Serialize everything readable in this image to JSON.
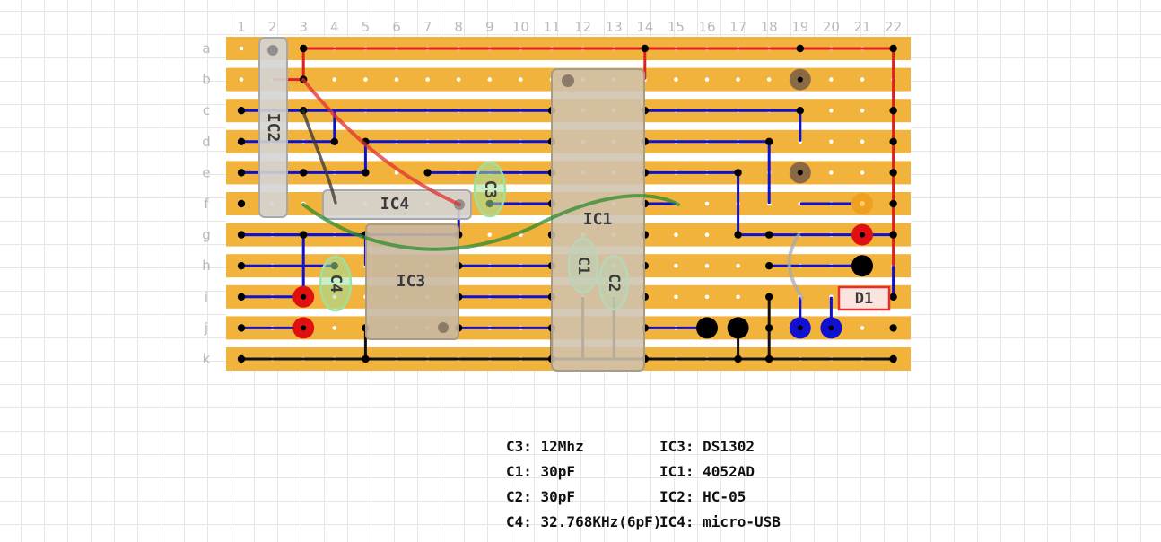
{
  "board": {
    "columns": [
      "1",
      "2",
      "3",
      "4",
      "5",
      "6",
      "7",
      "8",
      "9",
      "10",
      "11",
      "12",
      "13",
      "14",
      "15",
      "16",
      "17",
      "18",
      "19",
      "20",
      "21",
      "22"
    ],
    "rows": [
      "a",
      "b",
      "c",
      "d",
      "e",
      "f",
      "g",
      "h",
      "i",
      "j",
      "k"
    ],
    "strip_color": "#f2b33d",
    "gap_color": "#ffffff"
  },
  "components": [
    {
      "id": "ic2",
      "label": "IC2"
    },
    {
      "id": "ic4",
      "label": "IC4"
    },
    {
      "id": "ic3",
      "label": "IC3"
    },
    {
      "id": "ic1",
      "label": "IC1"
    },
    {
      "id": "c3",
      "label": "C3"
    },
    {
      "id": "c4",
      "label": "C4"
    },
    {
      "id": "c1",
      "label": "C1"
    },
    {
      "id": "c2",
      "label": "C2"
    },
    {
      "id": "d1",
      "label": "D1"
    }
  ],
  "legend": [
    "C3: 12Mhz",
    "C1: 30pF",
    "C2: 30pF",
    "C4: 32.768KHz(6pF)",
    "IC3: DS1302",
    "IC1: 4052AD",
    "IC2: HC-05",
    "IC4: micro-USB"
  ],
  "colors": {
    "wire_blue": "#1010d0",
    "wire_red": "#e02020",
    "wire_black": "#111111",
    "chip_body": "#c8b8a0",
    "cap_green": "#4fbf4f",
    "diode_red": "#e03030"
  }
}
